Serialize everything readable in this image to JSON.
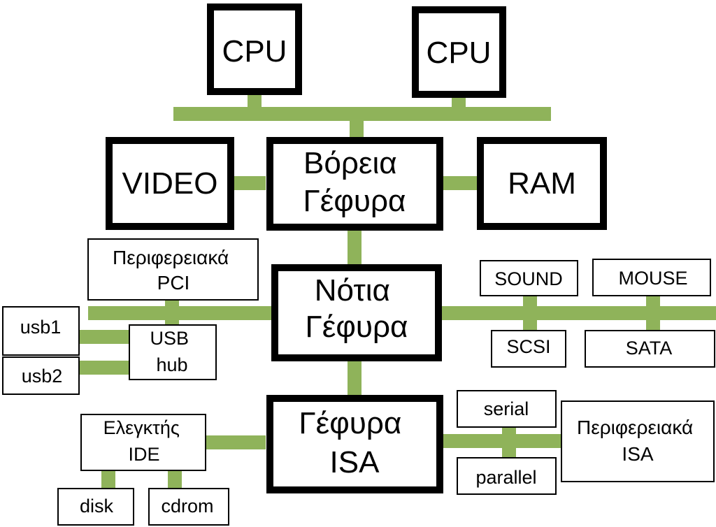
{
  "colors": {
    "bus": "#8fb35a",
    "box_border": "#000000",
    "background": "#ffffff"
  },
  "nodes": {
    "cpu1": {
      "lines": [
        "CPU"
      ]
    },
    "cpu2": {
      "lines": [
        "CPU"
      ]
    },
    "video": {
      "lines": [
        "VIDEO"
      ]
    },
    "north": {
      "lines": [
        "Βόρεια",
        "Γέφυρα"
      ]
    },
    "ram": {
      "lines": [
        "RAM"
      ]
    },
    "south": {
      "lines": [
        "Νότια",
        "Γέφυρα"
      ]
    },
    "pci": {
      "lines": [
        "Περιφερειακά",
        "PCI"
      ]
    },
    "usb1": {
      "lines": [
        "usb1"
      ]
    },
    "usb2": {
      "lines": [
        "usb2"
      ]
    },
    "usbhub": {
      "lines": [
        "USB",
        "hub"
      ]
    },
    "sound": {
      "lines": [
        "SOUND"
      ]
    },
    "mouse": {
      "lines": [
        "MOUSE"
      ]
    },
    "scsi": {
      "lines": [
        "SCSI"
      ]
    },
    "sata": {
      "lines": [
        "SATA"
      ]
    },
    "isa": {
      "lines": [
        "Γέφυρα",
        "ISA"
      ]
    },
    "ide": {
      "lines": [
        "Ελεγκτής",
        "IDE"
      ]
    },
    "disk": {
      "lines": [
        "disk"
      ]
    },
    "cdrom": {
      "lines": [
        "cdrom"
      ]
    },
    "serial": {
      "lines": [
        "serial"
      ]
    },
    "parallel": {
      "lines": [
        "parallel"
      ]
    },
    "isaperiph": {
      "lines": [
        "Περιφερειακά",
        "ISA"
      ]
    }
  }
}
